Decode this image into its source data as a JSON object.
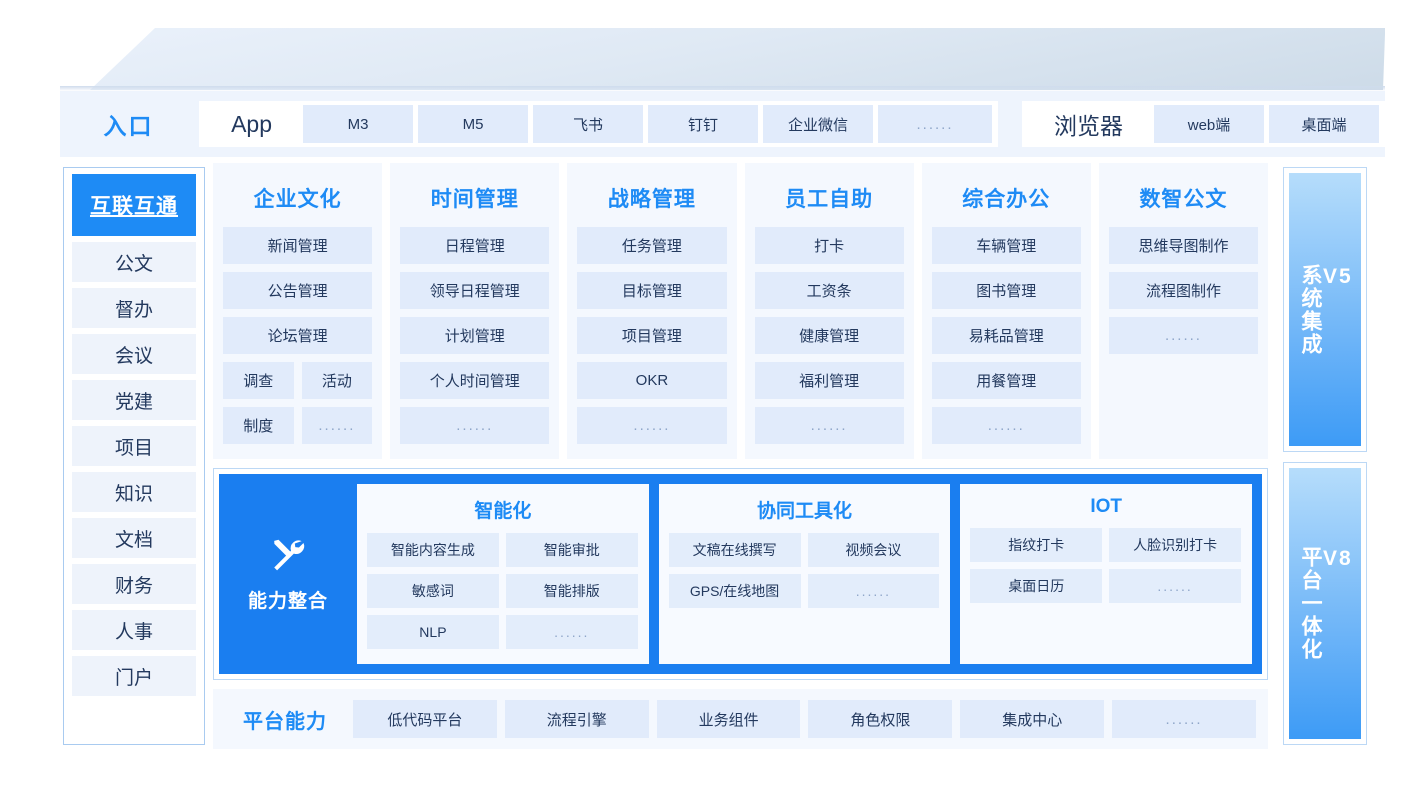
{
  "entry": {
    "title": "入口",
    "groups": [
      {
        "lead": "App",
        "chips": [
          "M3",
          "M5",
          "飞书",
          "钉钉",
          "企业微信",
          "......"
        ]
      },
      {
        "lead": "浏览器",
        "chips": [
          "web端",
          "桌面端"
        ]
      }
    ]
  },
  "sidebar": {
    "head": "互联互通",
    "items": [
      "公文",
      "督办",
      "会议",
      "党建",
      "项目",
      "知识",
      "文档",
      "财务",
      "人事",
      "门户"
    ]
  },
  "modules": [
    {
      "title": "企业文化",
      "rows": [
        [
          "新闻管理"
        ],
        [
          "公告管理"
        ],
        [
          "论坛管理"
        ],
        [
          "调查",
          "活动"
        ],
        [
          "制度",
          "......"
        ]
      ]
    },
    {
      "title": "时间管理",
      "rows": [
        [
          "日程管理"
        ],
        [
          "领导日程管理"
        ],
        [
          "计划管理"
        ],
        [
          "个人时间管理"
        ],
        [
          "......"
        ]
      ]
    },
    {
      "title": "战略管理",
      "rows": [
        [
          "任务管理"
        ],
        [
          "目标管理"
        ],
        [
          "项目管理"
        ],
        [
          "OKR"
        ],
        [
          "......"
        ]
      ]
    },
    {
      "title": "员工自助",
      "rows": [
        [
          "打卡"
        ],
        [
          "工资条"
        ],
        [
          "健康管理"
        ],
        [
          "福利管理"
        ],
        [
          "......"
        ]
      ]
    },
    {
      "title": "综合办公",
      "rows": [
        [
          "车辆管理"
        ],
        [
          "图书管理"
        ],
        [
          "易耗品管理"
        ],
        [
          "用餐管理"
        ],
        [
          "......"
        ]
      ]
    },
    {
      "title": "数智公文",
      "rows": [
        [
          "思维导图制作"
        ],
        [
          "流程图制作"
        ],
        [
          "......"
        ]
      ]
    }
  ],
  "band": {
    "left_label": "能力整合",
    "left_icon": "tools-icon",
    "cards": [
      {
        "title": "智能化",
        "chips": [
          "智能内容生成",
          "智能审批",
          "敏感词",
          "智能排版",
          "NLP",
          "......"
        ]
      },
      {
        "title": "协同工具化",
        "chips": [
          "文稿在线撰写",
          "视频会议",
          "GPS/在线地图",
          "......"
        ]
      },
      {
        "title": "IOT",
        "chips": [
          "指纹打卡",
          "人脸识别打卡",
          "桌面日历",
          "......"
        ]
      }
    ]
  },
  "platform": {
    "title": "平台能力",
    "chips": [
      "低代码平台",
      "流程引擎",
      "业务组件",
      "角色权限",
      "集成中心",
      "......"
    ]
  },
  "rails": [
    {
      "code": "V5",
      "label": "系统集成"
    },
    {
      "code": "V8",
      "label": "平台一体化"
    }
  ],
  "colors": {
    "accent": "#1e8bf5",
    "band": "#1a7ef0",
    "chip": "#e1ebfb",
    "panel": "#f4f8fe",
    "text": "#23395e"
  }
}
